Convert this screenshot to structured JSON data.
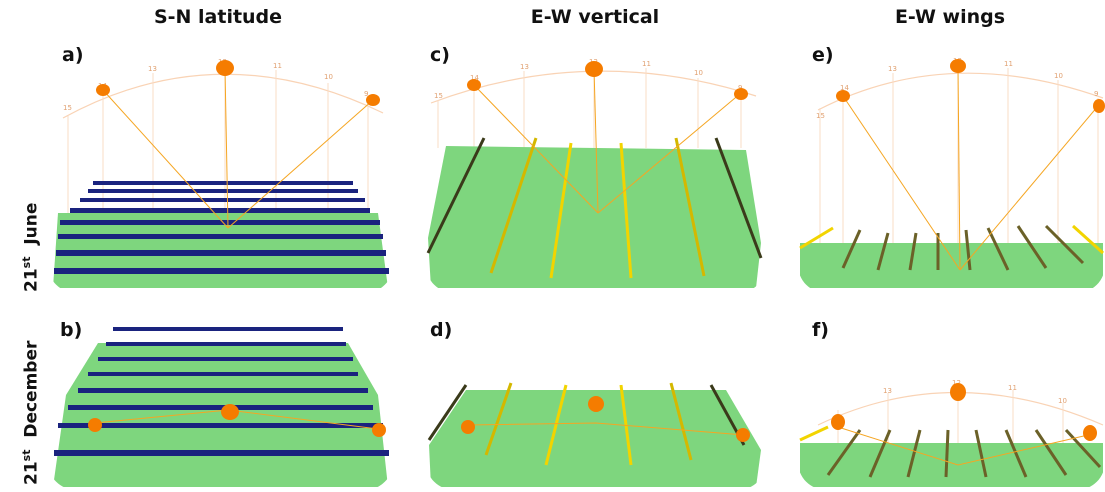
{
  "columns": [
    "S-N latitude",
    "E-W vertical",
    "E-W wings"
  ],
  "rows": [
    {
      "date_num": "21",
      "date_sup": "st",
      "date_month": "June"
    },
    {
      "date_num": "21",
      "date_sup": "st",
      "date_month": "December"
    }
  ],
  "panels": [
    {
      "id": "a",
      "label": "a)",
      "layout": "S-N latitude",
      "season": "June"
    },
    {
      "id": "b",
      "label": "b)",
      "layout": "S-N latitude",
      "season": "December"
    },
    {
      "id": "c",
      "label": "c)",
      "layout": "E-W vertical",
      "season": "June"
    },
    {
      "id": "d",
      "label": "d)",
      "layout": "E-W vertical",
      "season": "December"
    },
    {
      "id": "e",
      "label": "e)",
      "layout": "E-W wings",
      "season": "June"
    },
    {
      "id": "f",
      "label": "f)",
      "layout": "E-W wings",
      "season": "December"
    }
  ],
  "sun_arc_hours_june": [
    "15",
    "14",
    "13",
    "12",
    "11",
    "10",
    "9"
  ],
  "sun_arc_hours_december": [
    "13",
    "12",
    "11",
    "10"
  ],
  "colors": {
    "ground": "#7ed67e",
    "ground_dark": "#5cb85c",
    "panel_blue": "#1a237e",
    "panel_yellow": "#f2d400",
    "sun": "#f57c00",
    "ray": "#f5a623"
  }
}
